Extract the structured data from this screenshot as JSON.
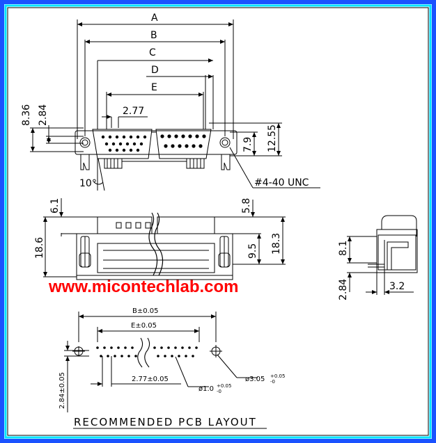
{
  "top_view": {
    "labels": {
      "A": "A",
      "B": "B",
      "C": "C",
      "D": "D",
      "E": "E"
    },
    "pitch": "2.77",
    "left_8_36": "8.36",
    "left_2_84": "2.84",
    "right_7_9": "7.9",
    "right_12_55": "12.55",
    "angle": "10°",
    "screw": "#4-40 UNC"
  },
  "side_view": {
    "dim_6_1": "6.1",
    "dim_5_8": "5.8",
    "dim_18_6": "18.6",
    "dim_9_5": "9.5",
    "dim_18_3": "18.3"
  },
  "end_view": {
    "dim_8_1": "8.1",
    "dim_2_84": "2.84",
    "dim_3_2": "3.2"
  },
  "watermark": "www.micontechlab.com",
  "pcb_layout": {
    "b_tol": "B±0.05",
    "e_tol": "E±0.05",
    "pitch_tol": "2.77±0.05",
    "row_tol": "2.84±0.05",
    "pin_hole": "ø1.0",
    "pin_hole_tol_up": "+0.05",
    "pin_hole_tol_dn": "-0",
    "mount_hole": "ø3.05",
    "mount_hole_tol_up": "+0.05",
    "mount_hole_tol_dn": "-0",
    "title": "RECOMMENDED PCB LAYOUT"
  },
  "colors": {
    "border": "#1a52ff",
    "inner_border": "#00e5ff",
    "watermark": "#ff0000"
  }
}
